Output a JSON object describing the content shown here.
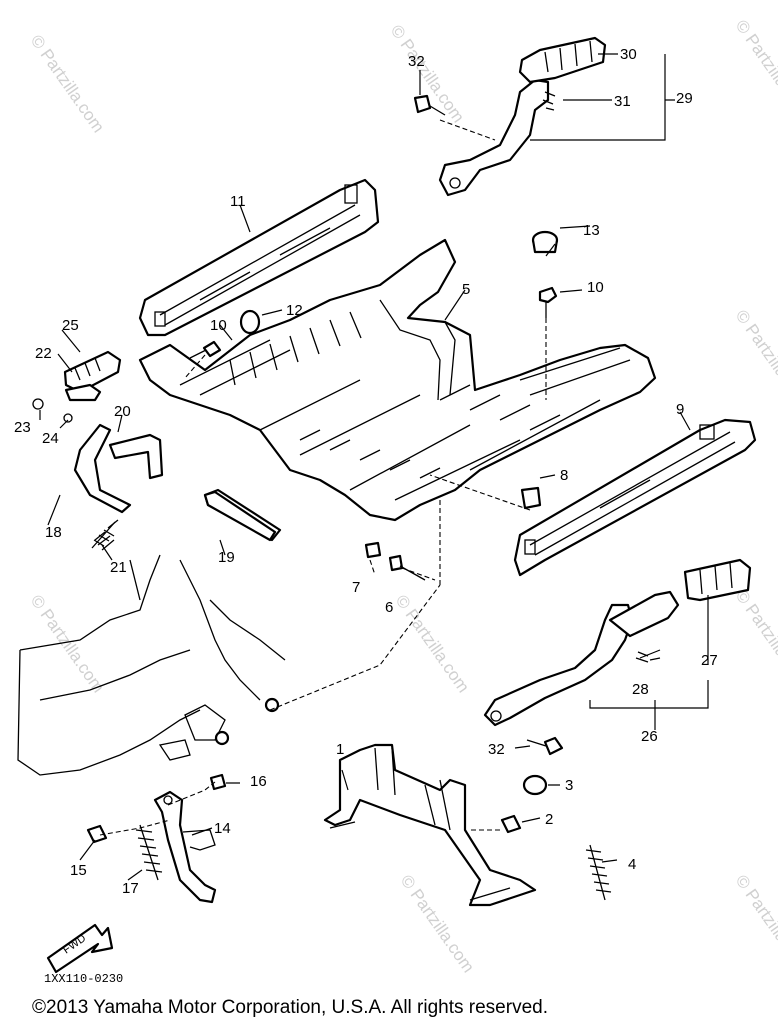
{
  "diagram": {
    "callouts": {
      "c1": "1",
      "c2": "2",
      "c3": "3",
      "c4": "4",
      "c5": "5",
      "c6": "6",
      "c7": "7",
      "c8": "8",
      "c9": "9",
      "c10a": "10",
      "c10b": "10",
      "c11": "11",
      "c12": "12",
      "c13": "13",
      "c14": "14",
      "c15": "15",
      "c16": "16",
      "c17": "17",
      "c18": "18",
      "c19": "19",
      "c20": "20",
      "c21": "21",
      "c22": "22",
      "c23": "23",
      "c24": "24",
      "c25": "25",
      "c26": "26",
      "c27": "27",
      "c28": "28",
      "c29": "29",
      "c30": "30",
      "c31": "31",
      "c32a": "32",
      "c32b": "32"
    },
    "diagram_code": "1XX110-0230",
    "fwd_badge": "FWD",
    "watermark": "© Partzilla.com",
    "copyright": "©2013 Yamaha Motor Corporation, U.S.A. All rights reserved."
  }
}
